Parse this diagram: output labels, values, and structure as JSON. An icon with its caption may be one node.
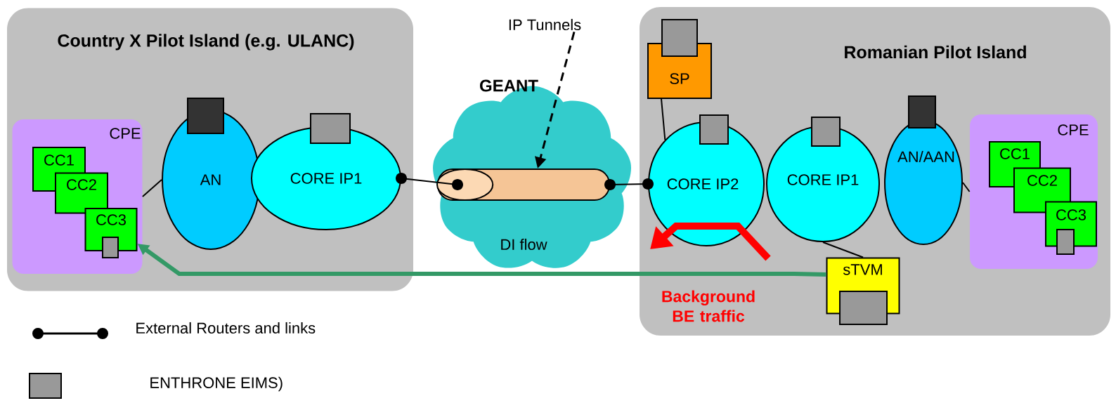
{
  "diagram": {
    "nodes": [
      {
        "text": [
          "Country X Pilot Island (e.g. ULANC)"
        ]
      },
      {
        "text": [
          "CPE"
        ],
        "in": 0
      },
      {
        "text": [
          "CC1"
        ],
        "in": 1
      },
      {
        "text": [
          "CC2"
        ],
        "in": 1
      },
      {
        "text": [
          "CC3"
        ],
        "in": 1
      },
      {
        "text": [
          "AN"
        ],
        "in": 0
      },
      {
        "text": [
          "CORE IP1"
        ],
        "in": 0
      },
      {
        "text": [
          "GEANT",
          "DI flow"
        ]
      },
      {
        "text": [],
        "shape": "cylinder",
        "in": 7
      },
      {
        "text": [
          "IP Tunnels"
        ]
      },
      {
        "text": [
          "Romanian Pilot Island"
        ]
      },
      {
        "text": [
          "SP"
        ],
        "in": 10
      },
      {
        "text": [
          "CORE IP2"
        ],
        "in": 10
      },
      {
        "text": [
          "CORE IP1"
        ],
        "in": 10
      },
      {
        "text": [
          "AN/AAN"
        ],
        "in": 10
      },
      {
        "text": [
          "CPE"
        ],
        "in": 10
      },
      {
        "text": [
          "CC1"
        ],
        "in": 15
      },
      {
        "text": [
          "CC2"
        ],
        "in": 15
      },
      {
        "text": [
          "CC3"
        ],
        "in": 15
      },
      {
        "text": [
          "sTVM"
        ],
        "in": 10
      }
    ],
    "edges": [
      {
        "from": 6,
        "to": 8,
        "arrow": "other"
      },
      {
        "from": 8,
        "to": 12,
        "arrow": "other"
      },
      {
        "from": 9,
        "to": 8,
        "arrow": "to",
        "style": "dashed"
      },
      {
        "from": 1,
        "to": 5,
        "arrow": "none"
      },
      {
        "from": 11,
        "to": 12,
        "arrow": "none"
      },
      {
        "from": 13,
        "to": 19,
        "arrow": "none"
      },
      {
        "from": 14,
        "to": 15,
        "arrow": "none"
      },
      {
        "from": 19,
        "to": 4,
        "arrow": "to",
        "style": "thick",
        "color": "#339966"
      }
    ],
    "labels": [
      "Background BE traffic"
    ],
    "legend": [
      {
        "text": "External Routers and links"
      },
      {
        "text": "ENTHRONE EIMS)"
      }
    ]
  }
}
